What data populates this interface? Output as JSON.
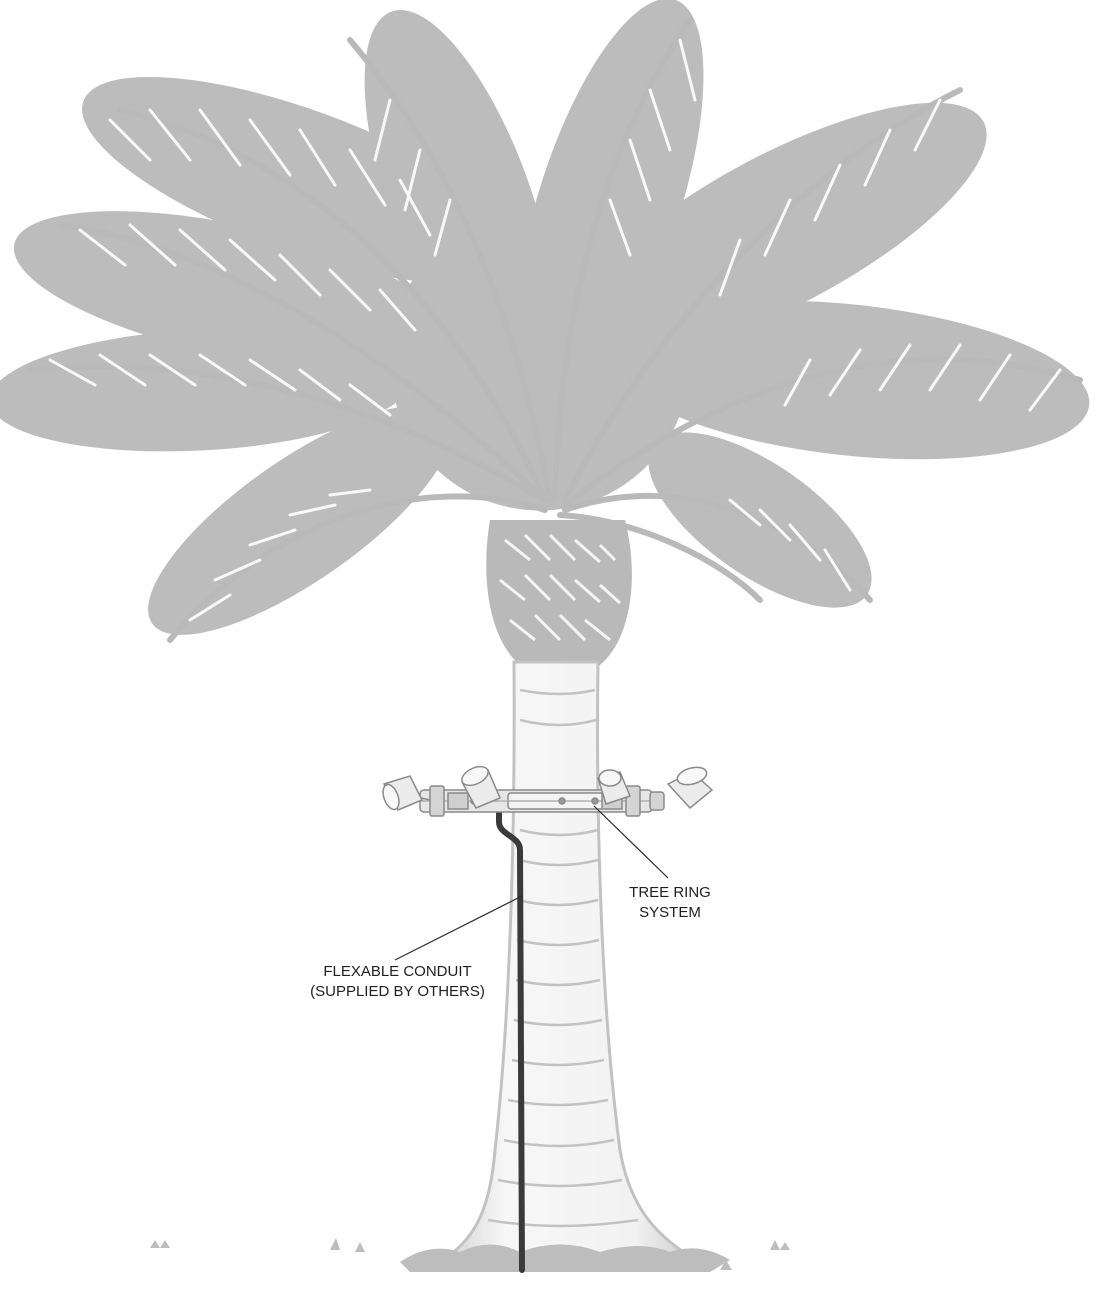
{
  "callouts": {
    "tree_ring": {
      "line1": "TREE RING",
      "line2": "SYSTEM"
    },
    "conduit": {
      "line1": "FLEXABLE CONDUIT",
      "line2": "(SUPPLIED BY OTHERS)"
    }
  },
  "colors": {
    "foliage": "#b9b9b9",
    "trunk_fill": "#f3f3f3",
    "trunk_texture": "#bdbdbd",
    "conduit": "#3a3a3a",
    "leader_line": "#2a2a2a",
    "fixture": "#d8d8d8",
    "fixture_outline": "#8a8a8a"
  }
}
